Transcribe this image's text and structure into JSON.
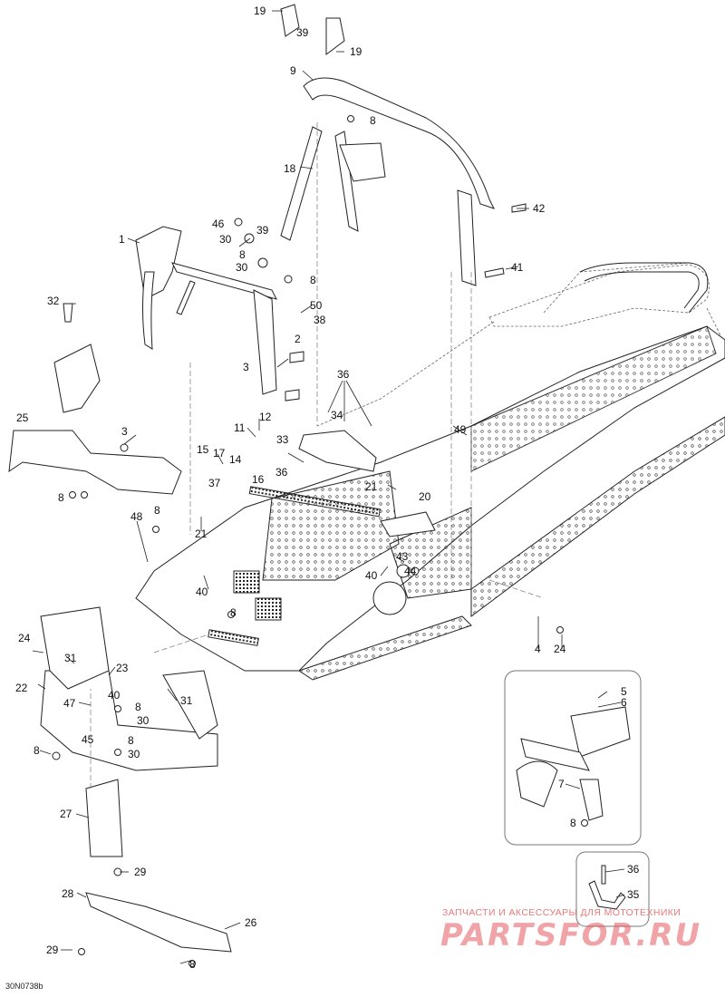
{
  "diagram_code": "30N0738b",
  "watermark": {
    "caption": "ЗАПЧАСТИ И АКСЕССУАРЫ ДЛЯ МОТОТЕХНИКИ",
    "brand": "PARTSFOR.RU"
  },
  "callouts": {
    "c19a": "19",
    "c19b": "19",
    "c39a": "39",
    "c9": "9",
    "c8a": "8",
    "c18": "18",
    "c42": "42",
    "c41": "41",
    "c1": "1",
    "c46": "46",
    "c30a": "30",
    "c39b": "39",
    "c8b": "8",
    "c30b": "30",
    "c8c": "8",
    "c50": "50",
    "c38": "38",
    "c32": "32",
    "c2": "2",
    "c3a": "3",
    "c36a": "36",
    "c34": "34",
    "c25": "25",
    "c3b": "3",
    "c11": "11",
    "c12": "12",
    "c33": "33",
    "c49": "49",
    "c15": "15",
    "c17": "17",
    "c14": "14",
    "c16": "16",
    "c36b": "36",
    "c8d": "8",
    "c37": "37",
    "c21a": "21",
    "c20": "20",
    "c21b": "21",
    "c48": "48",
    "c8e": "8",
    "c43": "43",
    "c44": "44",
    "c40a": "40",
    "c40b": "40",
    "c8f": "8",
    "c24a": "24",
    "c31a": "31",
    "c23": "23",
    "c22": "22",
    "c40c": "40",
    "c47": "47",
    "c8g": "8",
    "c30c": "30",
    "c31b": "31",
    "c45": "45",
    "c8h": "8",
    "c8i": "8",
    "c30d": "30",
    "c27": "27",
    "c29a": "29",
    "c28": "28",
    "c26": "26",
    "c29b": "29",
    "c8j": "8",
    "c4": "4",
    "c24b": "24",
    "c5": "5",
    "c6": "6",
    "c7": "7",
    "c8k": "8",
    "c36c": "36",
    "c35": "35"
  },
  "colors": {
    "line": "#222222",
    "dash": "#777777",
    "watermark": "#e05a5f"
  }
}
